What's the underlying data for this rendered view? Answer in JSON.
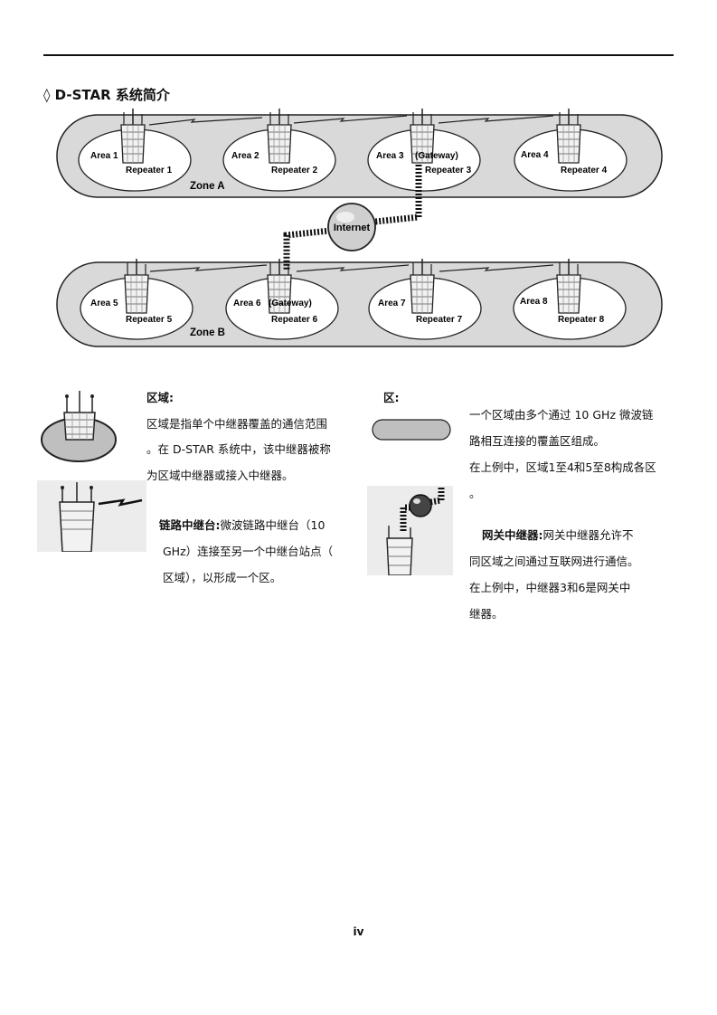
{
  "heading": "◊ D-STAR 系统简介",
  "diagram": {
    "zone_a": {
      "label": "Zone A",
      "cells": [
        {
          "area": "Area 1",
          "repeater": "Repeater 1",
          "gateway": ""
        },
        {
          "area": "Area 2",
          "repeater": "Repeater 2",
          "gateway": ""
        },
        {
          "area": "Area 3",
          "repeater": "Repeater 3",
          "gateway": "(Gateway)"
        },
        {
          "area": "Area 4",
          "repeater": "Repeater 4",
          "gateway": ""
        }
      ]
    },
    "zone_b": {
      "label": "Zone B",
      "cells": [
        {
          "area": "Area 5",
          "repeater": "Repeater 5",
          "gateway": ""
        },
        {
          "area": "Area 6",
          "repeater": "Repeater 6",
          "gateway": "(Gateway)"
        },
        {
          "area": "Area 7",
          "repeater": "Repeater 7",
          "gateway": ""
        },
        {
          "area": "Area 8",
          "repeater": "Repeater 8",
          "gateway": ""
        }
      ]
    },
    "internet": "Internet"
  },
  "legend": {
    "area": {
      "title": "区域:",
      "lines": [
        "区域是指单个中继器覆盖的通信范围",
        "。在 D-STAR 系统中，该中继器被称",
        "为区域中继器或接入中继器。"
      ]
    },
    "link": {
      "title": "链路中继台:",
      "first": "微波链路中继台（10",
      "lines": [
        "GHz）连接至另一个中继台站点（",
        "区域），以形成一个区。"
      ]
    },
    "zone": {
      "title": "区:",
      "lines": [
        "一个区域由多个通过 10 GHz 微波链",
        "路相互连接的覆盖区组成。",
        "在上例中，区域1至4和5至8构成各区",
        "。"
      ]
    },
    "gateway": {
      "title": "网关中继器:",
      "first": "网关中继器允许不",
      "lines": [
        "同区域之间通过互联网进行通信。",
        "在上例中，中继器3和6是网关中",
        "继器。"
      ]
    }
  },
  "page_number": "iv"
}
